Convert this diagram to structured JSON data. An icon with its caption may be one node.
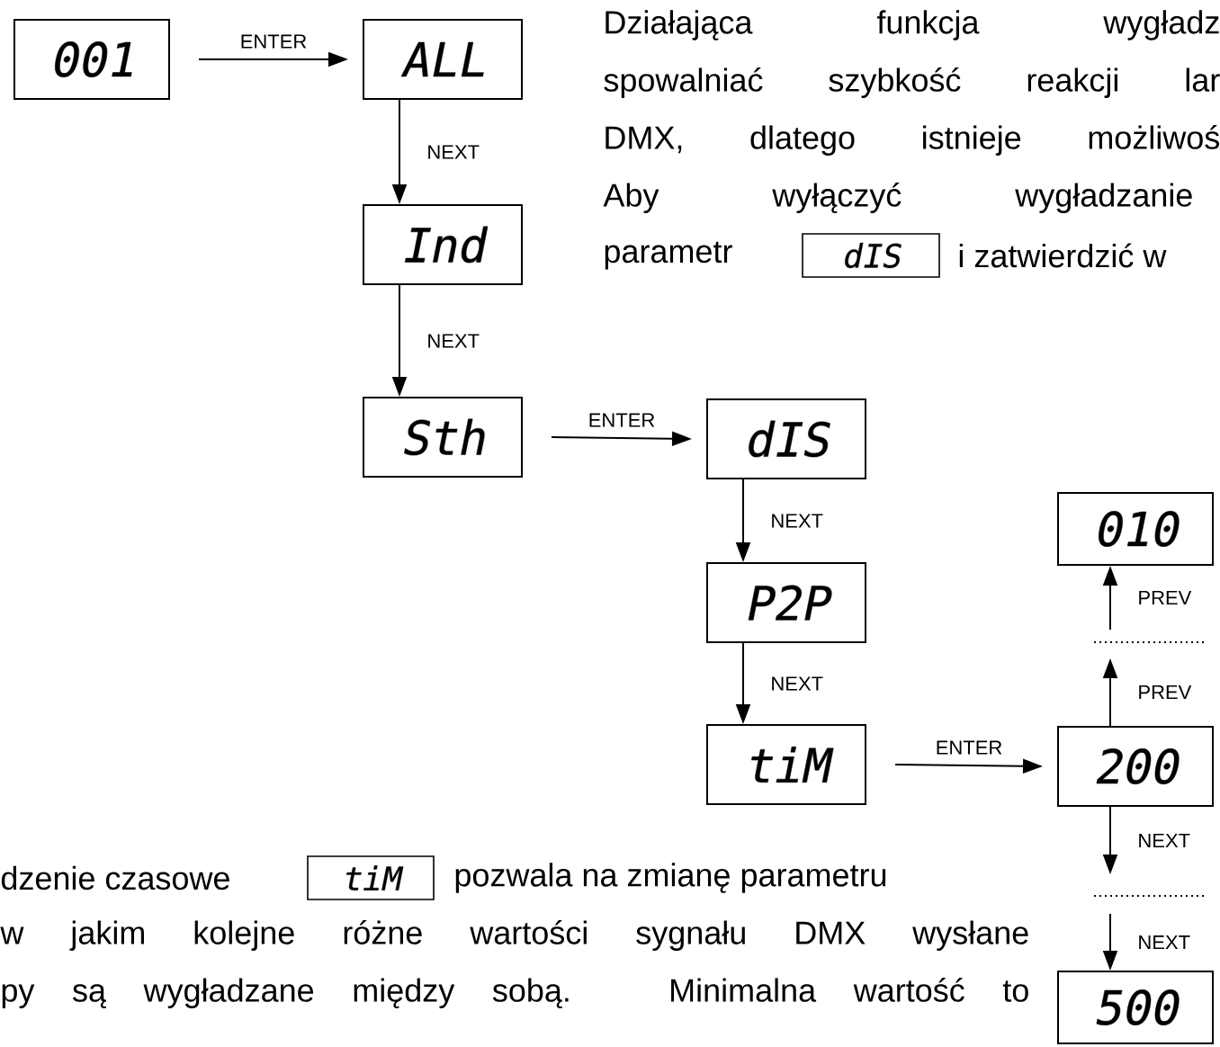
{
  "diagram": {
    "nodes": [
      {
        "text": [
          "001"
        ]
      },
      {
        "text": [
          "ALL"
        ]
      },
      {
        "text": [
          "Ind"
        ]
      },
      {
        "text": [
          "Sth"
        ]
      },
      {
        "text": [
          "dIS"
        ]
      },
      {
        "text": [
          "P2P"
        ]
      },
      {
        "text": [
          "tiM"
        ]
      },
      {
        "text": [
          "010"
        ]
      },
      {
        "text": [
          "200"
        ]
      },
      {
        "text": [
          "500"
        ]
      }
    ],
    "edges": [
      {
        "from": 0,
        "to": 1,
        "arrow": "to",
        "label": "ENTER"
      },
      {
        "from": 1,
        "to": 2,
        "arrow": "to",
        "label": "NEXT"
      },
      {
        "from": 2,
        "to": 3,
        "arrow": "to",
        "label": "NEXT"
      },
      {
        "from": 3,
        "to": 4,
        "arrow": "to",
        "label": "ENTER"
      },
      {
        "from": 4,
        "to": 5,
        "arrow": "to",
        "label": "NEXT"
      },
      {
        "from": 5,
        "to": 6,
        "arrow": "to",
        "label": "NEXT"
      },
      {
        "from": 6,
        "to": 8,
        "arrow": "to",
        "label": "ENTER"
      },
      {
        "from": 8,
        "to": null,
        "arrow": "to",
        "label": "PREV"
      },
      {
        "from": null,
        "to": 7,
        "arrow": "to",
        "label": "PREV"
      },
      {
        "from": 8,
        "to": null,
        "arrow": "to",
        "label": "NEXT"
      },
      {
        "from": null,
        "to": 9,
        "arrow": "to",
        "label": "NEXT"
      }
    ],
    "labels": [
      "Działająca funkcja wygładz",
      "spowalniać szybkość reakcji lar",
      "DMX, dlatego istnieje możliwoś",
      "Aby wyłączyć wygładzanie",
      "parametr",
      "dIS",
      "i zatwierdzić w",
      "dzenie czasowe",
      "tiM",
      "pozwala na zmianę parametru",
      "w jakim kolejne różne wartości sygnału DMX wysłane",
      "py są wygładzane między sobą. Minimalna wartość to"
    ]
  }
}
